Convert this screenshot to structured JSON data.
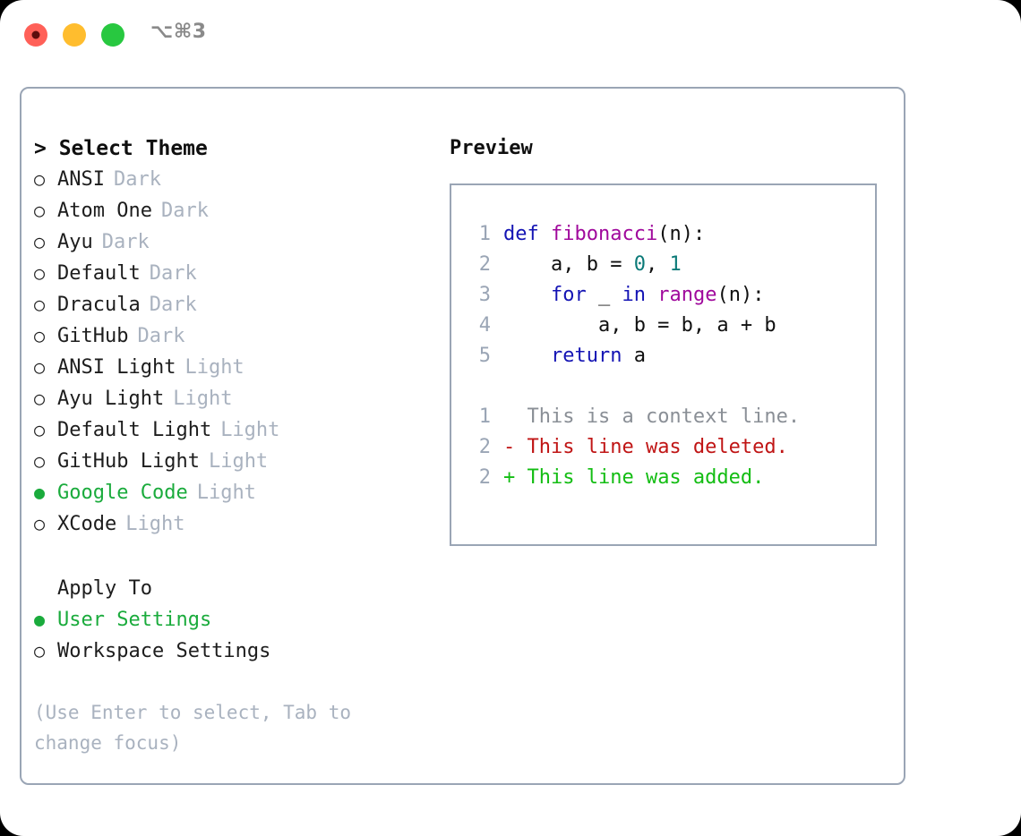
{
  "window": {
    "shortcut_title": "⌥⌘3",
    "traffic_lights": [
      "close-red",
      "minimize-yellow",
      "maximize-green"
    ]
  },
  "theme_picker": {
    "header": "> Select Theme",
    "items": [
      {
        "label": "ANSI",
        "variant": "Dark",
        "selected": false,
        "bullet": "○"
      },
      {
        "label": "Atom One",
        "variant": "Dark",
        "selected": false,
        "bullet": "○"
      },
      {
        "label": "Ayu",
        "variant": "Dark",
        "selected": false,
        "bullet": "○"
      },
      {
        "label": "Default",
        "variant": "Dark",
        "selected": false,
        "bullet": "○"
      },
      {
        "label": "Dracula",
        "variant": "Dark",
        "selected": false,
        "bullet": "○"
      },
      {
        "label": "GitHub",
        "variant": "Dark",
        "selected": false,
        "bullet": "○"
      },
      {
        "label": "ANSI Light",
        "variant": "Light",
        "selected": false,
        "bullet": "○"
      },
      {
        "label": "Ayu Light",
        "variant": "Light",
        "selected": false,
        "bullet": "○"
      },
      {
        "label": "Default Light",
        "variant": "Light",
        "selected": false,
        "bullet": "○"
      },
      {
        "label": "GitHub Light",
        "variant": "Light",
        "selected": false,
        "bullet": "○"
      },
      {
        "label": "Google Code",
        "variant": "Light",
        "selected": true,
        "bullet": "●"
      },
      {
        "label": "XCode",
        "variant": "Light",
        "selected": false,
        "bullet": "○"
      }
    ]
  },
  "apply_to": {
    "title": "Apply To",
    "options": [
      {
        "label": "User Settings",
        "selected": true,
        "bullet": "●"
      },
      {
        "label": "Workspace Settings",
        "selected": false,
        "bullet": "○"
      }
    ]
  },
  "hint": "(Use Enter to select, Tab to change focus)",
  "preview": {
    "title": "Preview",
    "code_lines": [
      {
        "number": "1",
        "tokens": [
          {
            "text": "def ",
            "type": "kw"
          },
          {
            "text": "fibonacci",
            "type": "fn"
          },
          {
            "text": "(n):",
            "type": "plain"
          }
        ]
      },
      {
        "number": "2",
        "tokens": [
          {
            "text": "    a, b = ",
            "type": "plain"
          },
          {
            "text": "0",
            "type": "num"
          },
          {
            "text": ", ",
            "type": "plain"
          },
          {
            "text": "1",
            "type": "num"
          }
        ]
      },
      {
        "number": "3",
        "tokens": [
          {
            "text": "    ",
            "type": "plain"
          },
          {
            "text": "for",
            "type": "kw"
          },
          {
            "text": " _ ",
            "type": "plain"
          },
          {
            "text": "in",
            "type": "kw"
          },
          {
            "text": " ",
            "type": "plain"
          },
          {
            "text": "range",
            "type": "fn"
          },
          {
            "text": "(n):",
            "type": "plain"
          }
        ]
      },
      {
        "number": "4",
        "tokens": [
          {
            "text": "        a, b = b, a + b",
            "type": "plain"
          }
        ]
      },
      {
        "number": "5",
        "tokens": [
          {
            "text": "    ",
            "type": "plain"
          },
          {
            "text": "return",
            "type": "kw"
          },
          {
            "text": " a",
            "type": "plain"
          }
        ]
      }
    ],
    "diff_lines": [
      {
        "number": "1",
        "marker": " ",
        "text": " This is a context line.",
        "type": "context"
      },
      {
        "number": "2",
        "marker": "-",
        "text": " This line was deleted.",
        "type": "deleted"
      },
      {
        "number": "2",
        "marker": "+",
        "text": " This line was added.",
        "type": "added"
      }
    ]
  },
  "colors": {
    "accent_green": "#1aab3c",
    "muted": "#a9b2bf",
    "border": "#9aa5b5",
    "keyword": "#1414b4",
    "function": "#a0099c",
    "number": "#0b7a78",
    "diff_add": "#13bd13",
    "diff_del": "#c01515"
  }
}
